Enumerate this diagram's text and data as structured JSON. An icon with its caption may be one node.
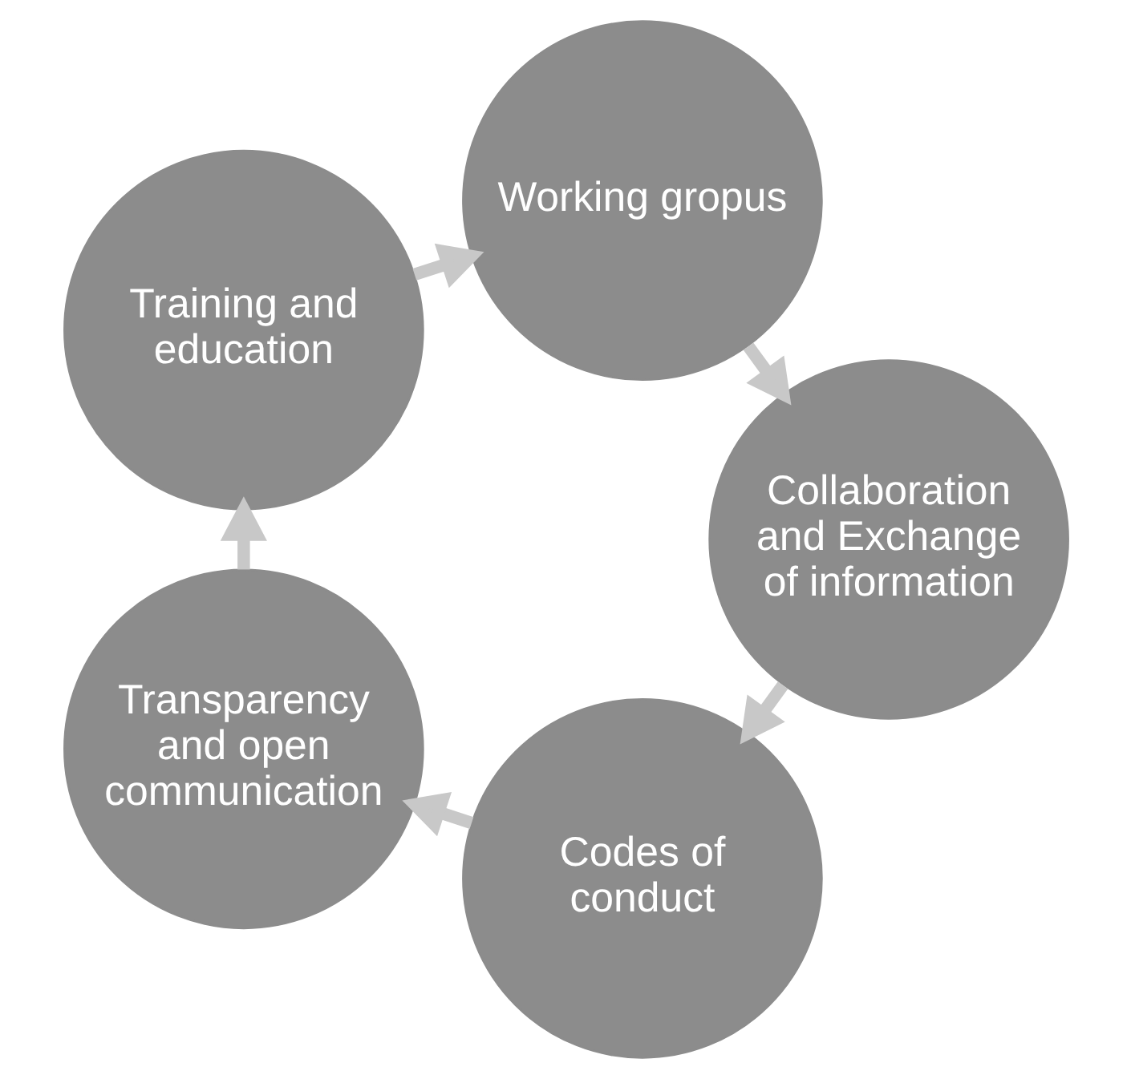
{
  "diagram": {
    "nodes": [
      {
        "text": [
          "Codes of conduct"
        ]
      },
      {
        "text": [
          "Transparency and open communication"
        ]
      },
      {
        "text": [
          "Training and education"
        ]
      },
      {
        "text": [
          "Working gropus"
        ]
      },
      {
        "text": [
          "Collaboration and Exchange of information"
        ]
      }
    ],
    "edges": [
      {
        "from": 0,
        "to": 1,
        "arrow": "to"
      },
      {
        "from": 1,
        "to": 2,
        "arrow": "to"
      },
      {
        "from": 2,
        "to": 3,
        "arrow": "to"
      },
      {
        "from": 3,
        "to": 4,
        "arrow": "to"
      },
      {
        "from": 4,
        "to": 0,
        "arrow": "to"
      }
    ]
  }
}
